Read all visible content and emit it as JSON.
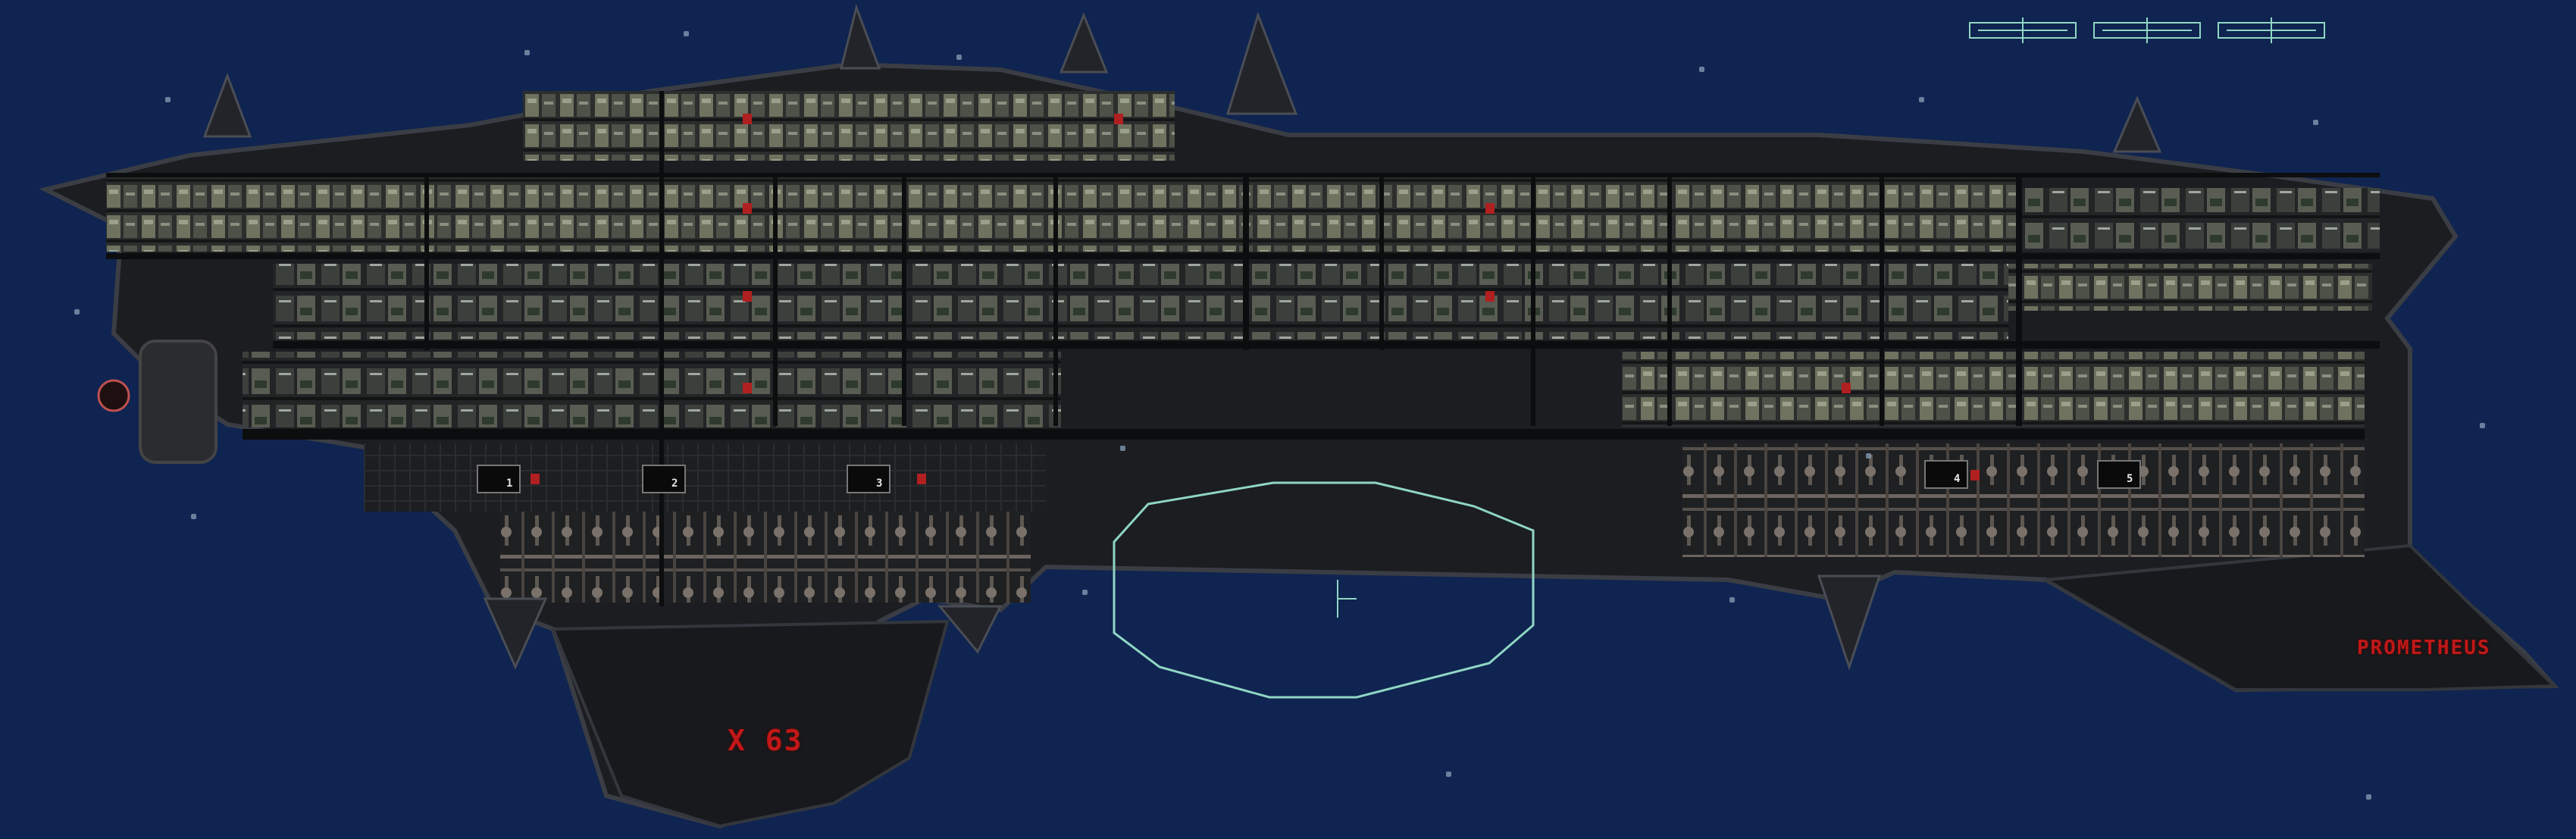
{
  "ship": {
    "name_label": "PROMETHEUS",
    "hull_code": "X 63"
  },
  "reactors": [
    "1",
    "2",
    "3",
    "4",
    "5"
  ],
  "hud": {
    "slot_count": 3,
    "accent_color": "#8fd6c4"
  },
  "colors": {
    "space": "#0f2450",
    "hull": "#1b1d21",
    "hull_edge": "#3a3d44",
    "room_light": "#6f7360",
    "room_dark": "#2a2d2a",
    "hull_text": "#c01818"
  },
  "icons": [
    "crosshair-icon",
    "reticle-icon"
  ]
}
